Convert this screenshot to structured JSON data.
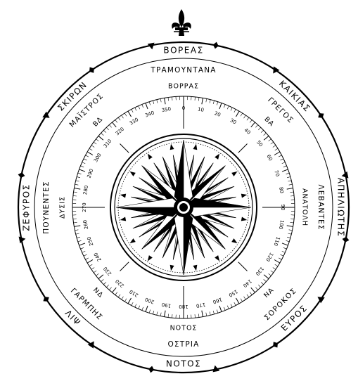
{
  "outer_ring": {
    "north": "ΒΟΡΕΑΣ",
    "northeast": "ΚΑΙΚΙΑΣ",
    "east": "ΑΠΗΛΙΩΤΗΣ",
    "southeast": "ΕΥΡΟΣ",
    "south": "ΝΟΤΟΣ",
    "southwest": "ΛΙΨ",
    "west": "ΖΕΦΥΡΟΣ",
    "northwest": "ΣΚΙΡΩΝ"
  },
  "middle_ring": {
    "north": "ΤΡΑΜΟΥΝΤΑΝΑ",
    "northeast": "ΓΡΕΓΟΣ",
    "east": "ΛΕΒΑΝΤΕΣ",
    "southeast": "ΣΟΡΟΚΟΣ",
    "south": "ΟΣΤΡΙΑ",
    "southwest": "ΓΑΡΜΠΗΣ",
    "west": "ΠΟΥΝΕΝΤΕΣ",
    "northwest": "ΜΑΪΣΤΡΟΣ"
  },
  "inner_ring": {
    "north": "ΒΟΡΡΑΣ",
    "northeast": "ΒΑ",
    "east": "ΑΝΑΤΟΛΗ",
    "southeast": "ΝΑ",
    "south": "ΝΟΤΟΣ",
    "southwest": "ΝΔ",
    "west": "ΔΥΣΙΣ",
    "northwest": "ΒΔ"
  },
  "degree_labels": [
    "0",
    "10",
    "20",
    "30",
    "40",
    "50",
    "60",
    "70",
    "80",
    "90",
    "100",
    "110",
    "120",
    "130",
    "140",
    "150",
    "160",
    "170",
    "180",
    "190",
    "200",
    "210",
    "220",
    "230",
    "240",
    "250",
    "260",
    "270",
    "280",
    "290",
    "300",
    "310",
    "320",
    "330",
    "340",
    "350"
  ],
  "icons": {
    "top": "fleur-de-lis-icon",
    "center": "compass-rose-icon"
  },
  "colors": {
    "ink": "#000000",
    "paper": "#ffffff"
  }
}
